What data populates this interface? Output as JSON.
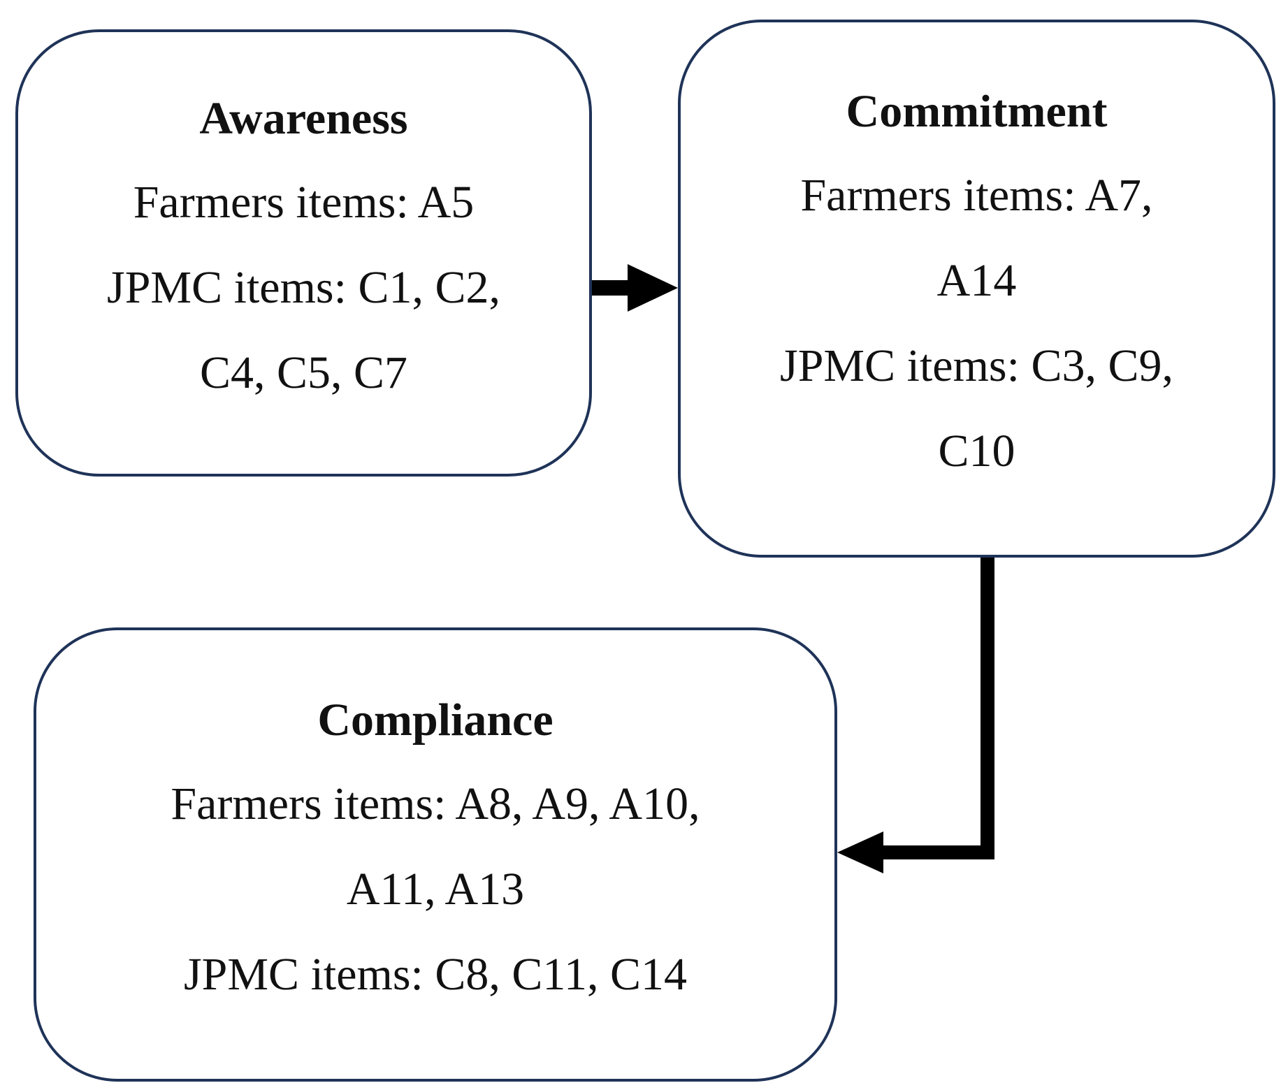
{
  "boxes": {
    "awareness": {
      "title": "Awareness",
      "lines": [
        "Farmers items: A5",
        "JPMC items: C1, C2,",
        "C4, C5, C7"
      ]
    },
    "commitment": {
      "title": "Commitment",
      "lines": [
        "Farmers items: A7,",
        "A14",
        "JPMC items: C3, C9,",
        "C10"
      ]
    },
    "compliance": {
      "title": "Compliance",
      "lines": [
        "Farmers items: A8, A9, A10,",
        "A11, A13",
        "JPMC items: C8, C11, C14"
      ]
    }
  },
  "edges": [
    {
      "from": "awareness",
      "to": "commitment"
    },
    {
      "from": "commitment",
      "to": "compliance"
    }
  ],
  "colors": {
    "box_border": "#1f3358",
    "arrow": "#000000",
    "text": "#111111"
  }
}
